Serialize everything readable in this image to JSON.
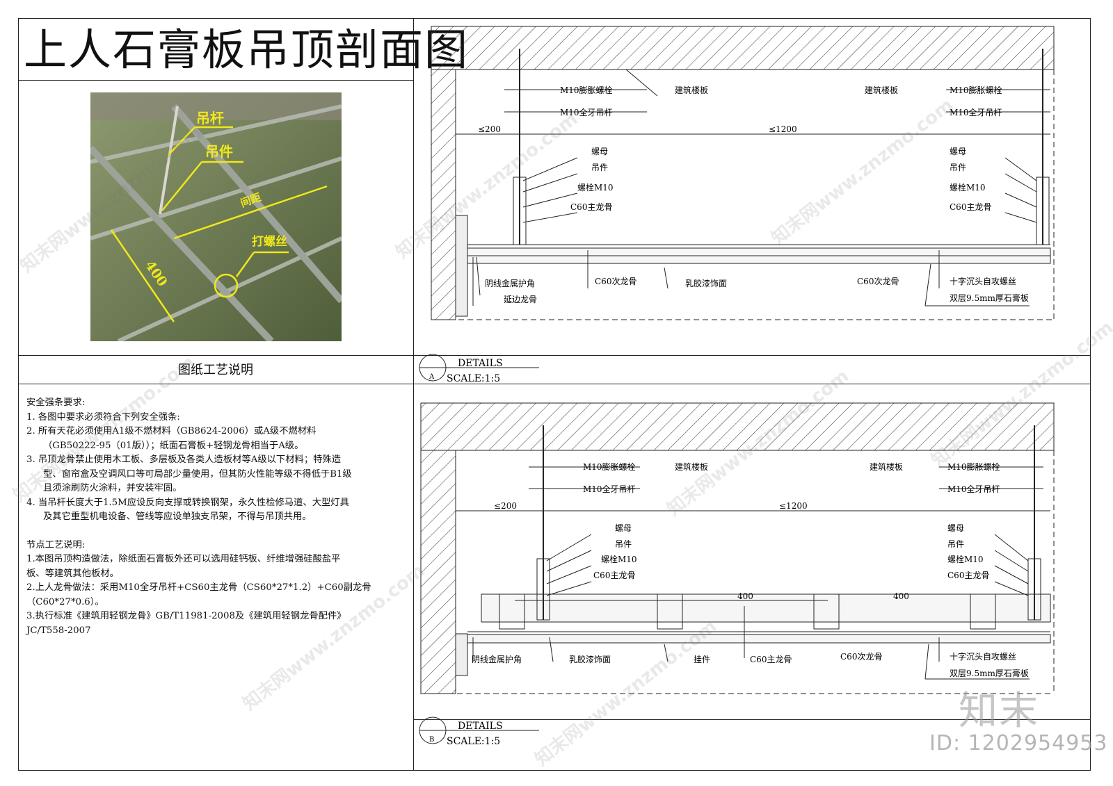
{
  "title": "上人石膏板吊顶剖面图",
  "photo": {
    "labels": [
      "吊杆",
      "吊件",
      "间距",
      "打螺丝",
      "400"
    ]
  },
  "notes": {
    "heading": "图纸工艺说明",
    "safety_title": "安全强条要求:",
    "safety_items": [
      "1.  各图中要求必须符合下列安全强条:",
      "2.   所有天花必须使用A1级不燃材料（GB8624-2006）或A级不燃材料",
      "（GB50222-95（01版））；纸面石膏板+轻钢龙骨相当于A级。",
      "3. 吊顶龙骨禁止使用木工板、多层板及各类人造板材等A级以下材料；特殊造",
      "型、窗帘盒及空调风口等可局部少量使用，但其防火性能等级不得低于B1级",
      "且须涂刷防火涂料，并安装牢固。",
      "4. 当吊杆长度大于1.5M应设反向支撑或转换钢架，永久性检修马道、大型灯具",
      "及其它重型机电设备、管线等应设单独支吊架，不得与吊顶共用。"
    ],
    "node_title": "节点工艺说明:",
    "node_items": [
      "1.本图吊顶构造做法，除纸面石膏板外还可以选用硅钙板、纤维增强硅酸盐平",
      "板、等建筑其他板材。",
      "2.上人龙骨做法：采用M10全牙吊杆+CS60主龙骨（CS60*27*1.2）+C60副龙骨",
      "（C60*27*0.6）。",
      "3.执行标准《建筑用轻钢龙骨》GB/T11981-2008及《建筑用轻钢龙骨配件》",
      "JC/T558-2007"
    ]
  },
  "detail_a": {
    "dims": [
      "≤200",
      "≤1200"
    ],
    "labels_left": [
      "M10膨胀螺栓",
      "M10全牙吊杆",
      "螺母",
      "吊件",
      "螺栓M10",
      "C60主龙骨"
    ],
    "labels_right": [
      "M10膨胀螺栓",
      "M10全牙吊杆",
      "螺母",
      "吊件",
      "螺栓M10",
      "C60主龙骨"
    ],
    "slab_labels": [
      "建筑楼板",
      "建筑楼板"
    ],
    "bottom_labels": [
      "阴线金属护角",
      "延边龙骨",
      "C60次龙骨",
      "乳胶漆饰面",
      "C60次龙骨",
      "十字沉头自攻螺丝",
      "双层9.5mm厚石膏板"
    ],
    "mark": "A",
    "details": "DETAILS",
    "scale": "SCALE:1:5"
  },
  "detail_b": {
    "dims": [
      "≤200",
      "≤1200",
      "400",
      "400"
    ],
    "labels_left": [
      "M10膨胀螺栓",
      "M10全牙吊杆",
      "螺母",
      "吊件",
      "螺栓M10",
      "C60主龙骨"
    ],
    "labels_right": [
      "M10膨胀螺栓",
      "M10全牙吊杆",
      "螺母",
      "吊件",
      "螺栓M10",
      "C60主龙骨"
    ],
    "slab_labels": [
      "建筑楼板",
      "建筑楼板"
    ],
    "bottom_labels": [
      "阴线金属护角",
      "乳胶漆饰面",
      "挂件",
      "C60主龙骨",
      "C60次龙骨",
      "十字沉头自攻螺丝",
      "双层9.5mm厚石膏板"
    ],
    "mark": "B",
    "details": "DETAILS",
    "scale": "SCALE:1:5"
  },
  "watermark": "知末网www.znzmo.com",
  "logo": "知末",
  "id_text": "ID: 1202954953"
}
